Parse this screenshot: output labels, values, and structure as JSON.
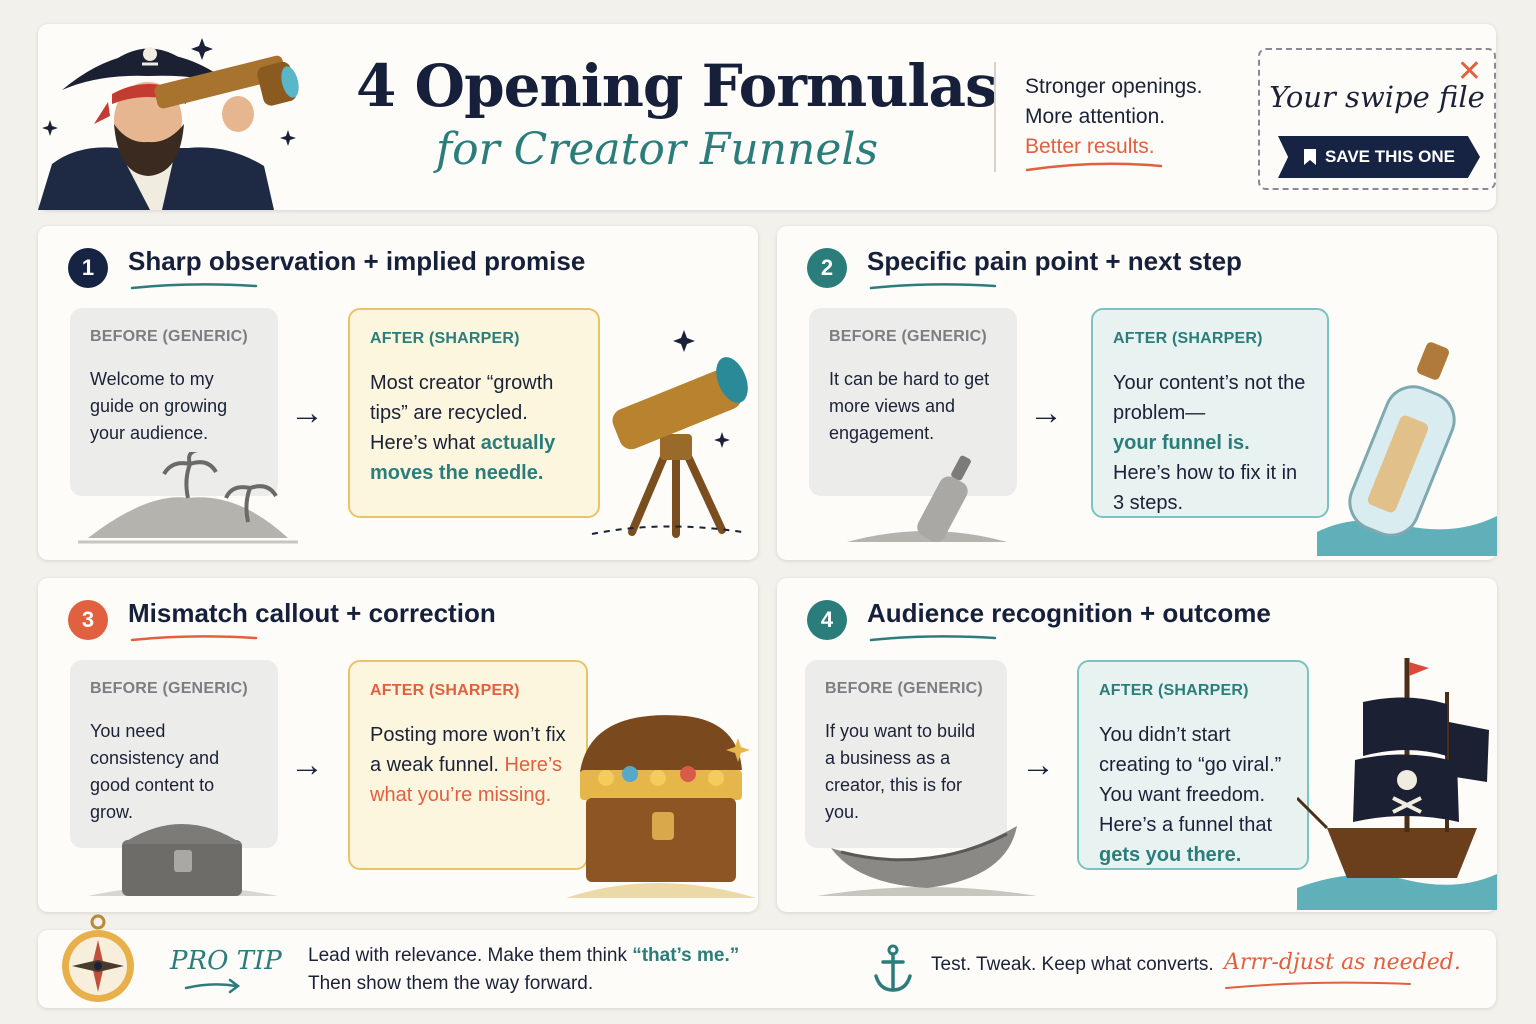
{
  "header": {
    "title": "4 Opening Formulas",
    "subtitle": "for Creator Funnels",
    "tagline_1": "Stronger openings.",
    "tagline_2": "More attention.",
    "tagline_3": "Better results.",
    "swipe_title": "Your swipe file",
    "swipe_button": "SAVE THIS ONE"
  },
  "colors": {
    "navy": "#172343",
    "teal": "#2a7d7a",
    "coral": "#e0603f",
    "gold": "#e9b449"
  },
  "cards": [
    {
      "number": "1",
      "title": "Sharp observation + implied promise",
      "before_label": "BEFORE (GENERIC)",
      "before_text": "Welcome to my guide on growing your audience.",
      "after_label": "AFTER (SHARPER)",
      "after_text": "Most creator “growth tips” are recycled. Here’s what ",
      "after_highlight": "actually moves the needle.",
      "illustration": "spyglass-on-tripod"
    },
    {
      "number": "2",
      "title": "Specific pain point + next step",
      "before_label": "BEFORE (GENERIC)",
      "before_text": "It can be hard to get more views and engagement.",
      "after_label": "AFTER (SHARPER)",
      "after_text": "Your content’s not the problem—",
      "after_highlight": "your funnel is.",
      "after_text_2": "Here’s how to fix it in 3 steps.",
      "illustration": "message-in-bottle"
    },
    {
      "number": "3",
      "title": "Mismatch callout + correction",
      "before_label": "BEFORE (GENERIC)",
      "before_text": "You need consistency and good content to grow.",
      "after_label": "AFTER (SHARPER)",
      "after_text": "Posting more won’t fix a weak funnel. ",
      "after_highlight": "Here’s what you’re missing.",
      "illustration": "treasure-chest"
    },
    {
      "number": "4",
      "title": "Audience recognition + outcome",
      "before_label": "BEFORE (GENERIC)",
      "before_text": "If you want to build a business as a creator, this is for you.",
      "after_label": "AFTER (SHARPER)",
      "after_text": "You didn’t start creating to “go viral.” You want freedom. Here’s a funnel that ",
      "after_highlight": "gets you there.",
      "illustration": "pirate-ship"
    }
  ],
  "tip": {
    "label": "PRO TIP",
    "line1_a": "Lead with relevance. Make them think ",
    "line1_b": "“that’s me.”",
    "line2": "Then show them the way forward.",
    "right_text": "Test. Tweak. Keep what converts.",
    "right_script": "Arrr-djust as needed."
  }
}
